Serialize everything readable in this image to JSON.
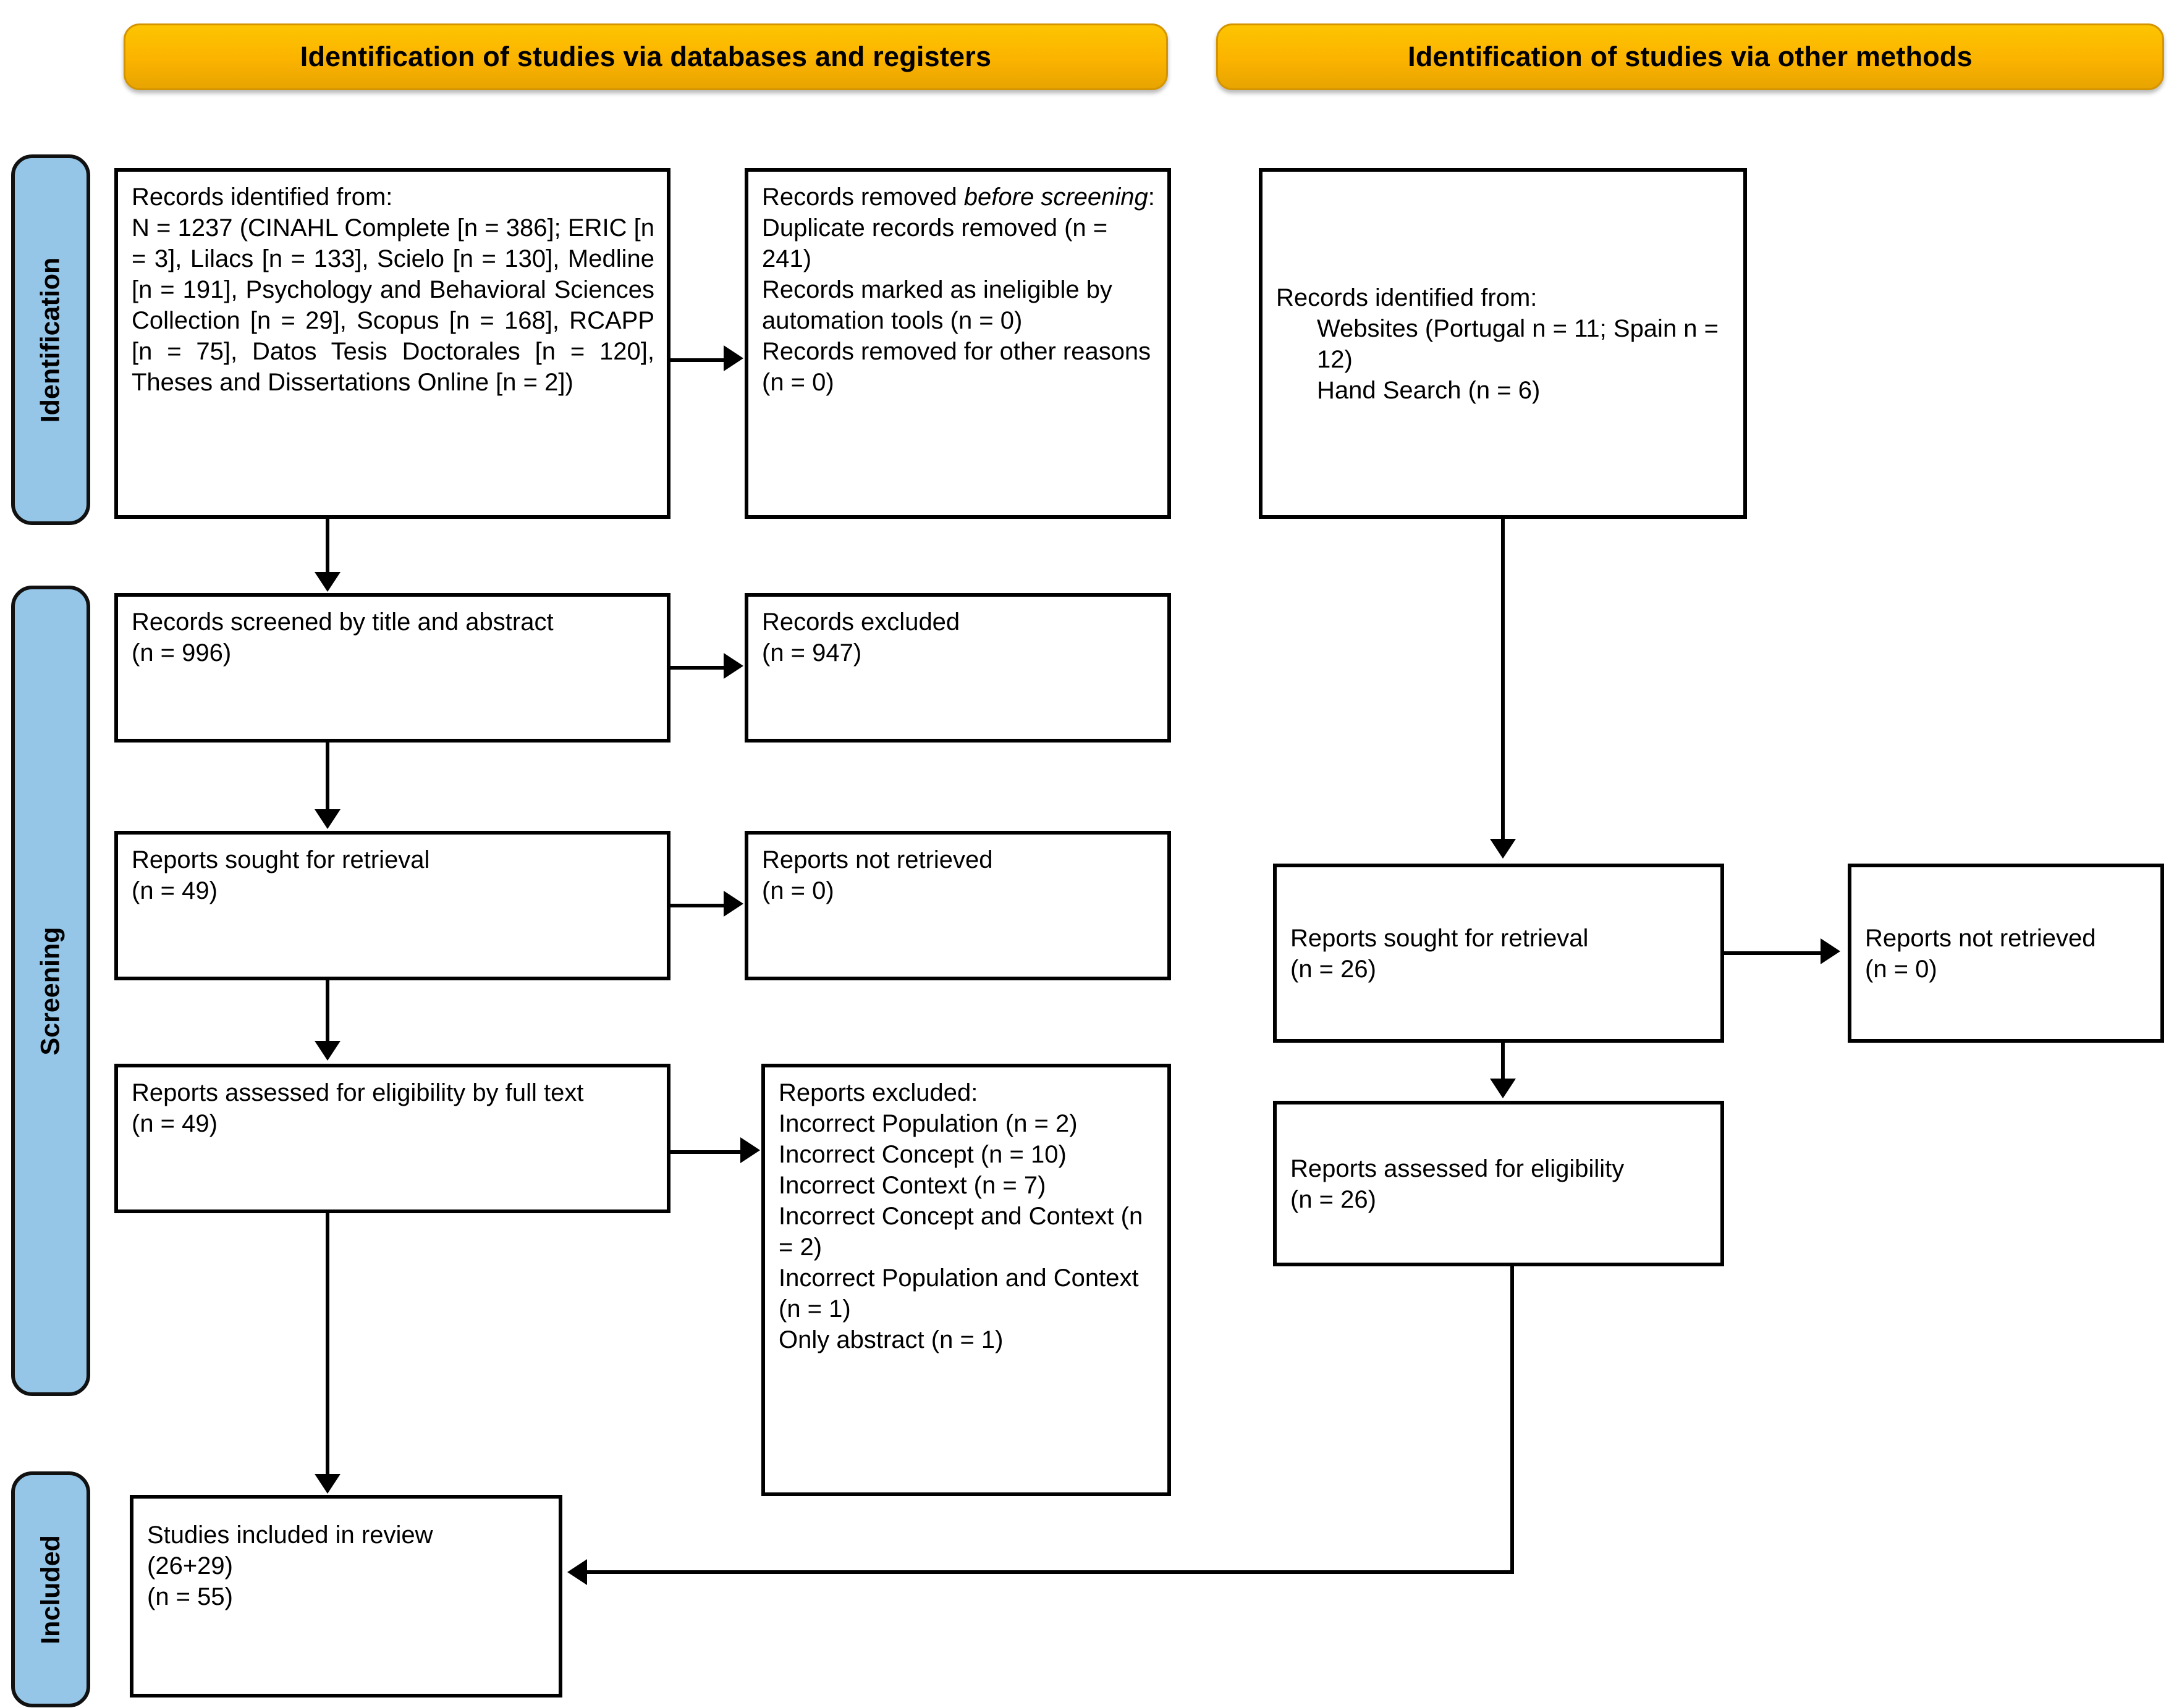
{
  "diagram": {
    "type": "PRISMA 2020 flow diagram",
    "colors": {
      "banner_fill": "#FBB900",
      "banner_border": "#D39400",
      "phase_fill": "#95C6E8",
      "box_border": "#000000",
      "box_fill": "#FFFFFF"
    },
    "banners": [
      {
        "id": "databases",
        "label": "Identification of studies via databases and registers"
      },
      {
        "id": "other",
        "label": "Identification of studies via other methods"
      }
    ],
    "phases": [
      {
        "id": "identification",
        "label": "Identification"
      },
      {
        "id": "screening",
        "label": "Screening"
      },
      {
        "id": "included",
        "label": "Included"
      }
    ],
    "left_column": {
      "identified": {
        "title": "Records identified from:",
        "body": "N = 1237 (CINAHL Complete [n = 386]; ERIC [n = 3], Lilacs [n = 133], Scielo [n = 130], Medline [n = 191], Psychology and Behavioral Sciences Collection [n = 29], Scopus [n = 168], RCAPP [n = 75], Datos Tesis Doctorales [n = 120], Theses and Dissertations Online [n = 2])"
      },
      "removed_before_screening": {
        "title_prefix": "Records removed ",
        "title_italic": "before screening",
        "title_suffix": ":",
        "lines": [
          "Duplicate records removed (n = 241)",
          "Records marked as ineligible by automation tools (n = 0)",
          "Records removed for other reasons (n = 0)"
        ]
      },
      "screened": {
        "line1": "Records screened by title and abstract",
        "line2": "(n = 996)"
      },
      "records_excluded": {
        "line1": "Records excluded",
        "line2": "(n = 947)"
      },
      "sought": {
        "line1": "Reports sought for retrieval",
        "line2": "(n = 49)"
      },
      "not_retrieved": {
        "line1": "Reports not retrieved",
        "line2": "(n = 0)"
      },
      "assessed": {
        "line1": "Reports assessed for eligibility by full text",
        "line2": "(n = 49)"
      },
      "reports_excluded": {
        "title": "Reports excluded:",
        "reasons": [
          "Incorrect Population (n = 2)",
          "Incorrect Concept (n = 10)",
          "Incorrect Context (n = 7)",
          "Incorrect Concept and Context (n = 2)",
          "Incorrect Population and Context (n = 1)",
          "Only abstract (n = 1)"
        ]
      },
      "included": {
        "line1": "Studies included in review",
        "line2": "(26+29)",
        "line3": "(n = 55)"
      }
    },
    "right_column": {
      "identified": {
        "title": "Records identified from:",
        "items": [
          "Websites (Portugal n = 11; Spain n = 12)",
          "Hand Search (n = 6)"
        ]
      },
      "sought": {
        "line1": "Reports sought for retrieval",
        "line2": "(n = 26)"
      },
      "not_retrieved": {
        "line1": "Reports not retrieved",
        "line2": "(n = 0)"
      },
      "assessed": {
        "line1": "Reports assessed for eligibility",
        "line2": "(n = 26)"
      }
    }
  }
}
